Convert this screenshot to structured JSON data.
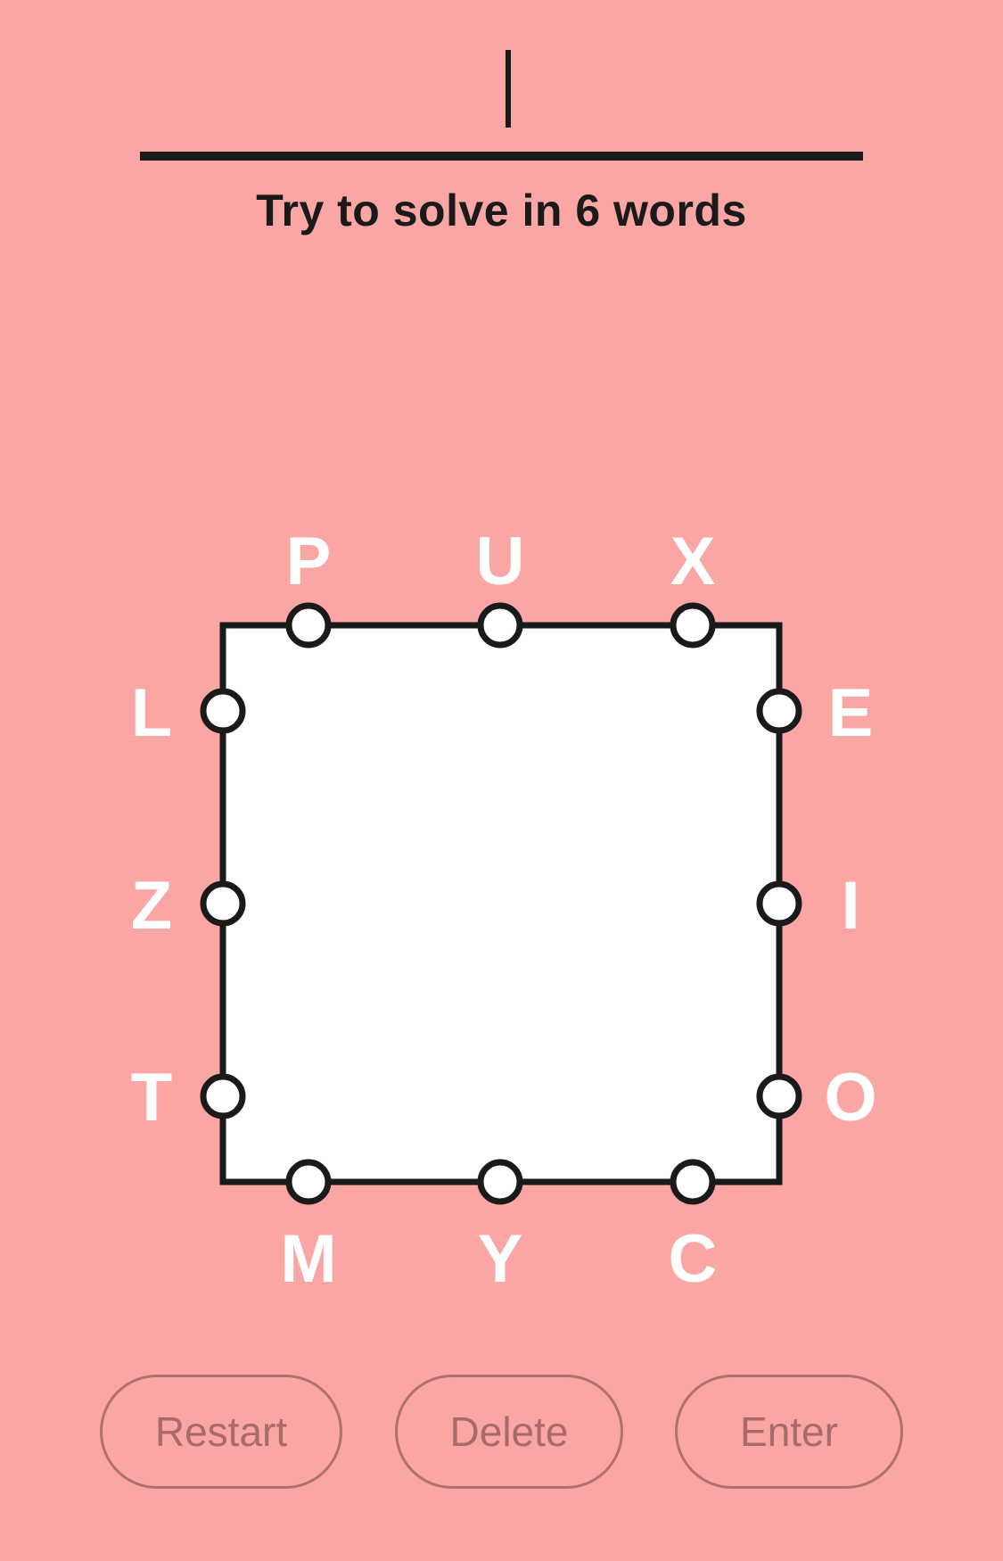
{
  "input": {
    "current_word": ""
  },
  "hint": "Try to solve in 6 words",
  "board": {
    "top": [
      "P",
      "U",
      "X"
    ],
    "left": [
      "L",
      "Z",
      "T"
    ],
    "right": [
      "E",
      "I",
      "O"
    ],
    "bottom": [
      "M",
      "Y",
      "C"
    ]
  },
  "buttons": {
    "restart": "Restart",
    "delete": "Delete",
    "enter": "Enter"
  },
  "colors": {
    "background": "#faa6a4",
    "box_fill": "#ffffff",
    "stroke": "#1a1a1a",
    "letter": "#ffffff",
    "button_text": "#a86a6a"
  }
}
